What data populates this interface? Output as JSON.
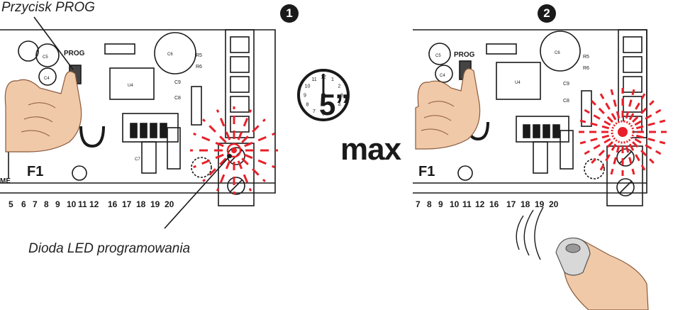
{
  "labels": {
    "prog_button": "Przycisk PROG",
    "led": "Dioda LED programowania"
  },
  "steps": [
    "1",
    "2"
  ],
  "timer": {
    "time": "5”",
    "max": "max"
  },
  "clock_numbers": [
    "12",
    "1",
    "2",
    "3",
    "4",
    "5",
    "6",
    "7",
    "8",
    "9",
    "10",
    "11"
  ],
  "board": {
    "prog_label": "PROG",
    "fuse_label": "F1",
    "terminal_numbers_left": [
      "5",
      "6",
      "7",
      "8",
      "9",
      "10",
      "11",
      "12",
      "16",
      "17",
      "18",
      "19",
      "20"
    ],
    "terminal_numbers_right": [
      "7",
      "8",
      "9",
      "10",
      "11",
      "12",
      "16",
      "17",
      "18",
      "19",
      "20"
    ],
    "components": [
      "C5",
      "C4",
      "C6",
      "C9",
      "C8",
      "U4",
      "R5",
      "R6",
      "C7"
    ],
    "side_label": "ME"
  },
  "colors": {
    "led_red": "#e8202a",
    "ink": "#1a1a1a",
    "skin": "#f0c9a8"
  }
}
